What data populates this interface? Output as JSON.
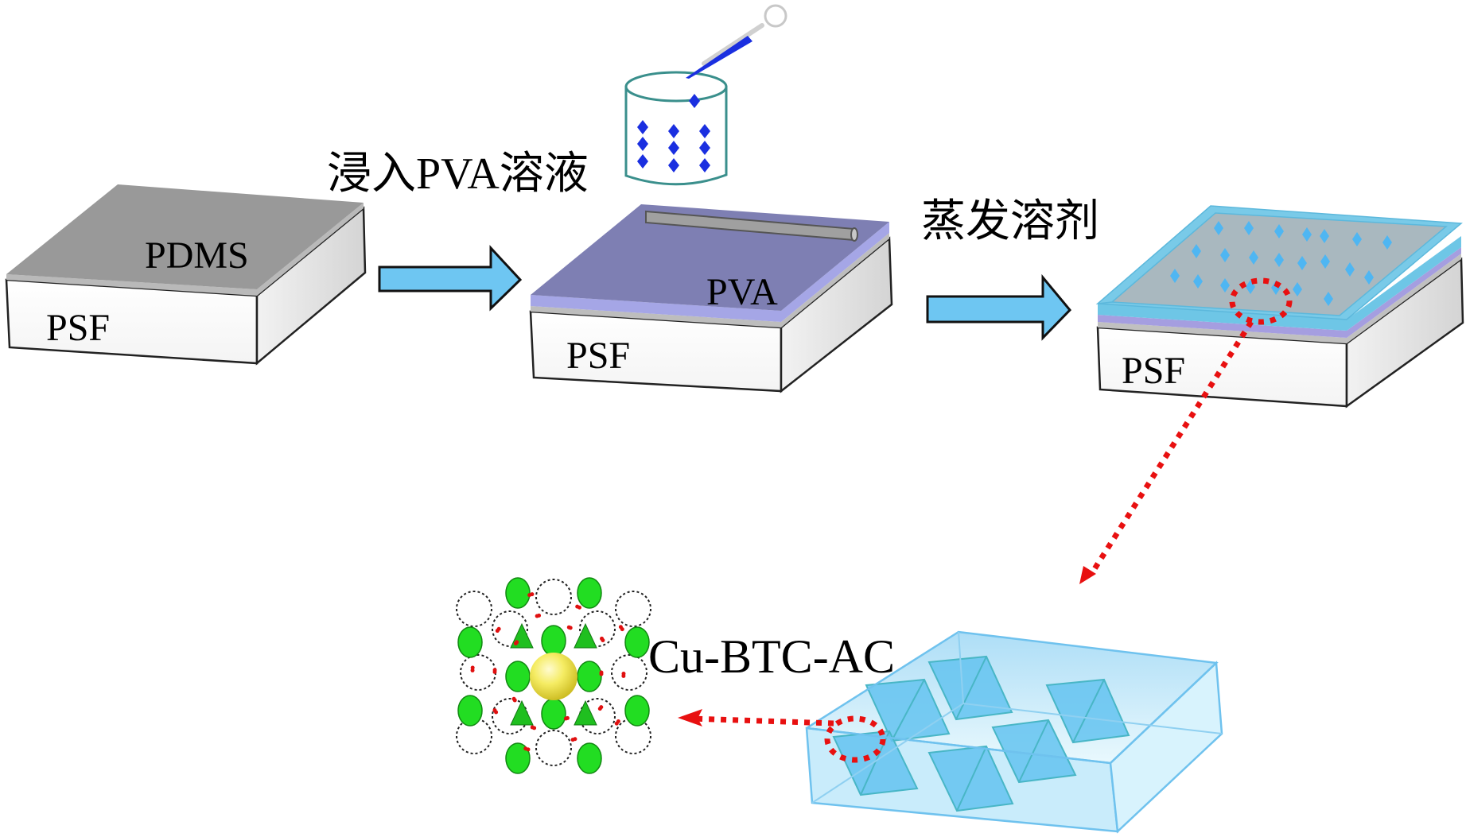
{
  "figure": {
    "steps": [
      {
        "id": "step1",
        "top_layer_label": "PDMS",
        "substrate_label": "PSF"
      },
      {
        "id": "step2",
        "top_layer_label": "PVA",
        "substrate_label": "PSF"
      },
      {
        "id": "step3",
        "substrate_label": "PSF"
      }
    ],
    "arrows": [
      {
        "id": "arrow1",
        "label": "浸入PVA溶液"
      },
      {
        "id": "arrow2",
        "label": "蒸发溶剂"
      }
    ],
    "mof_label": "Cu-BTC-AC",
    "icons": {
      "beaker": "beaker-with-dropper-icon",
      "roller": "rod-roller-icon",
      "mof_structure": "cu-btc-framework-icon",
      "crystal_box": "mof-particles-in-pva-icon"
    },
    "colors": {
      "arrow_fill": "#6ec6f2",
      "pdms_top": "#989898",
      "pva_top": "#7e7fb3",
      "pva_edge": "#a5a6e6",
      "composite_frame": "#76c7e6",
      "composite_top": "#a9b8bf",
      "particle": "#4fb6f2",
      "beaker_stroke": "#3a8f8c",
      "drop": "#1a2fe0",
      "callout": "#e81010",
      "mof_green": "#22dd22",
      "mof_center": "#f2ea5a"
    }
  }
}
